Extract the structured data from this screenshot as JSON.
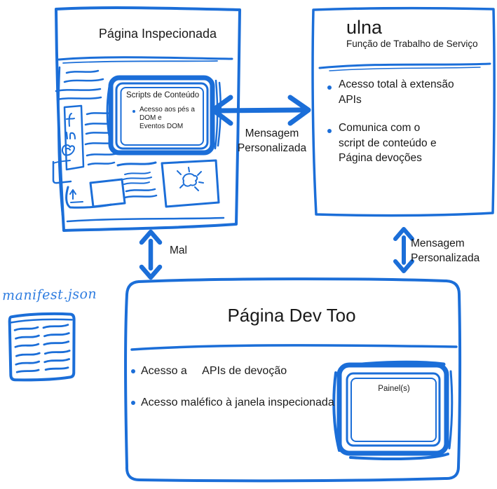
{
  "colors": {
    "ink": "#1b6ed8",
    "manifest_text": "#2f7de0",
    "text": "#1a1a1a"
  },
  "inspected_page": {
    "title": "Página Inspecionada",
    "content_scripts": {
      "title": "Scripts de Conteúdo",
      "bullet": "Acesso aos pés a\nDOM e\nEventos DOM"
    }
  },
  "service_worker": {
    "title": "ulna",
    "subtitle": "Função de Trabalho de Serviço",
    "bullets": [
      "Acesso total à extensão\nAPIs",
      "Comunica com o\nscript de conteúdo e\nPágina devoções"
    ]
  },
  "devtools_page": {
    "title": "Página Dev Too",
    "bullets": [
      "Acesso a     APIs de devoção",
      "Acesso maléfico à janela inspecionada"
    ],
    "panel_label": "Painel(s)"
  },
  "connections": {
    "top_arrow_label": "Mensagem\nPersonalizada",
    "left_arrow_label": "Mal",
    "right_arrow_label": "Mensagem\nPersonalizada"
  },
  "manifest": {
    "label": "manifest.json"
  }
}
